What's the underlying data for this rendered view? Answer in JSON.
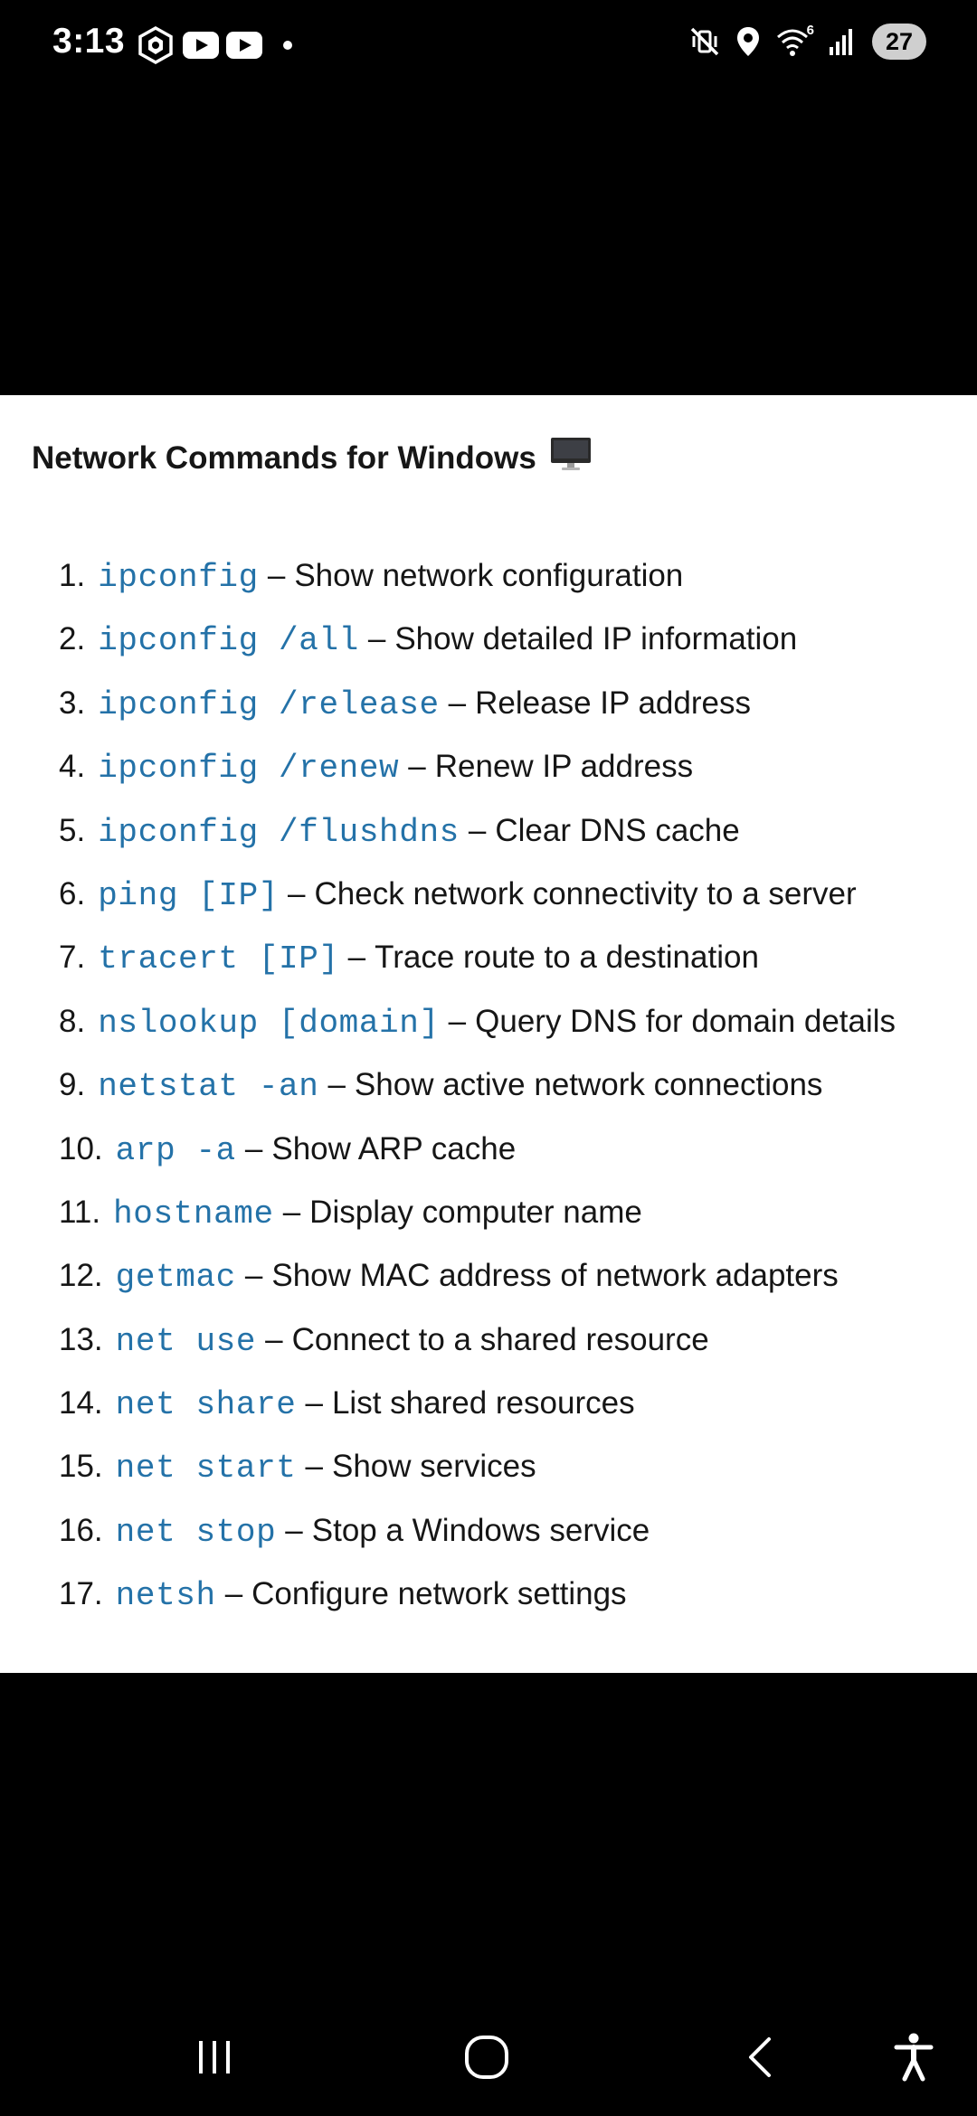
{
  "status_bar": {
    "time": "3:13",
    "left_icons": [
      "crypto-app-icon",
      "youtube-icon",
      "youtube-icon",
      "notification-dot-icon"
    ],
    "right_icons": [
      "mute-vibrate-icon",
      "location-icon",
      "wifi-icon",
      "signal-icon"
    ],
    "wifi_label": "6",
    "battery": "27"
  },
  "card": {
    "title": "Network Commands for Windows",
    "title_icon": "desktop-computer-icon",
    "code_color": "#2472a8",
    "separator": "–",
    "commands": [
      {
        "num": "1.",
        "code": "ipconfig",
        "desc": "Show network configuration"
      },
      {
        "num": "2.",
        "code": "ipconfig /all",
        "desc": "Show detailed IP information"
      },
      {
        "num": "3.",
        "code": "ipconfig /release",
        "desc": "Release IP address"
      },
      {
        "num": "4.",
        "code": "ipconfig /renew",
        "desc": "Renew IP address"
      },
      {
        "num": "5.",
        "code": "ipconfig /flushdns",
        "desc": "Clear DNS cache"
      },
      {
        "num": "6.",
        "code": "ping [IP]",
        "desc": "Check network connectivity to a server"
      },
      {
        "num": "7.",
        "code": "tracert [IP]",
        "desc": "Trace route to a destination"
      },
      {
        "num": "8.",
        "code": "nslookup [domain]",
        "desc": "Query DNS for domain details"
      },
      {
        "num": "9.",
        "code": "netstat -an",
        "desc": "Show active network connections"
      },
      {
        "num": "10.",
        "code": "arp -a",
        "desc": "Show ARP cache"
      },
      {
        "num": "11.",
        "code": "hostname",
        "desc": "Display computer name"
      },
      {
        "num": "12.",
        "code": "getmac",
        "desc": "Show MAC address of network adapters"
      },
      {
        "num": "13.",
        "code": "net use",
        "desc": "Connect to a shared resource"
      },
      {
        "num": "14.",
        "code": "net share",
        "desc": "List shared resources"
      },
      {
        "num": "15.",
        "code": "net start",
        "desc": "Show services"
      },
      {
        "num": "16.",
        "code": "net stop",
        "desc": "Stop a Windows service"
      },
      {
        "num": "17.",
        "code": "netsh",
        "desc": "Configure network settings"
      }
    ]
  },
  "nav_bar": {
    "buttons": [
      "recent-apps-icon",
      "home-icon",
      "back-icon",
      "accessibility-icon"
    ]
  }
}
